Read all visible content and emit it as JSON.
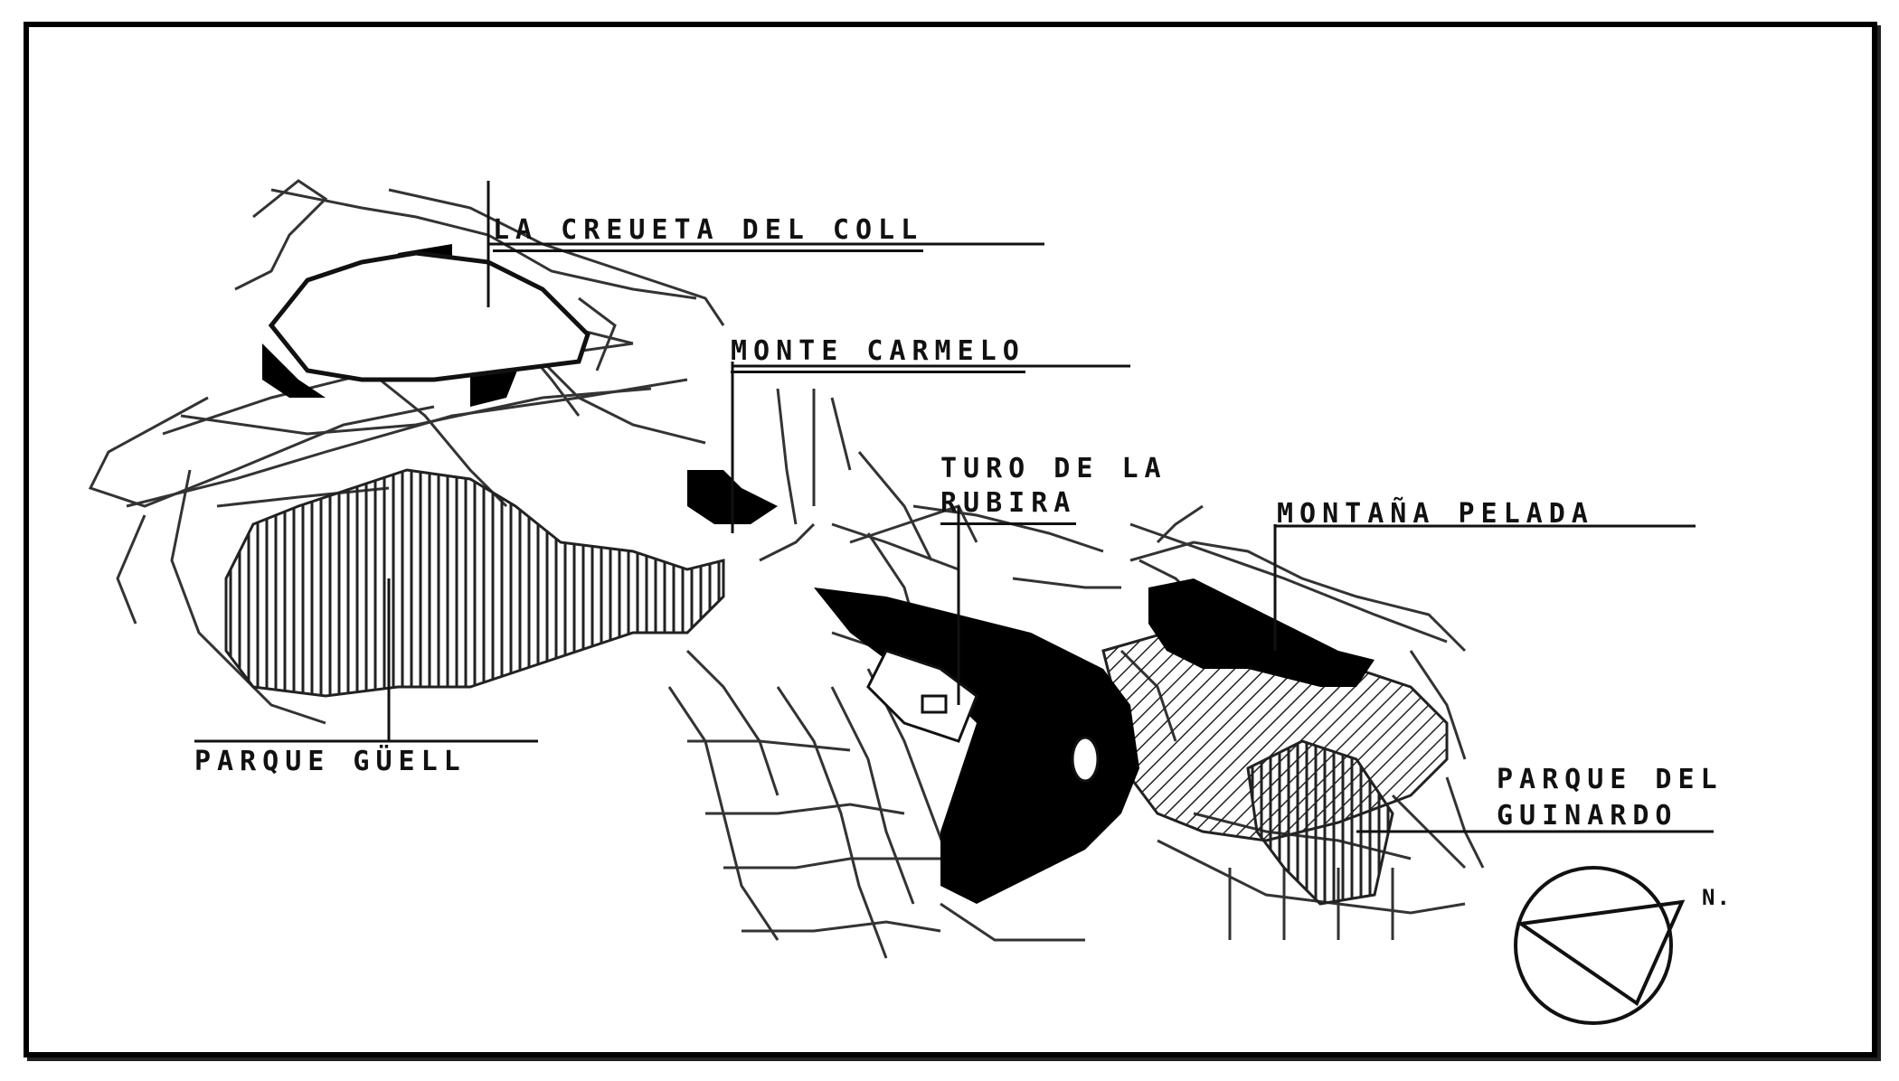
{
  "map": {
    "labels": {
      "creueta": "LA CREUETA DEL COLL",
      "carmelo": "MONTE CARMELO",
      "rubira_line1": "TURO DE LA",
      "rubira_line2": "RUBIRA",
      "pelada": "MONTAÑA PELADA",
      "guell": "PARQUE GÜELL",
      "guinardo_line1": "PARQUE DEL",
      "guinardo_line2": "GUINARDO"
    },
    "north_label": "N.",
    "legend_fills": {
      "solid": "#000000",
      "vertical_hatch": "#222222",
      "diagonal_hatch": "#222222",
      "background": "#ffffff"
    }
  }
}
